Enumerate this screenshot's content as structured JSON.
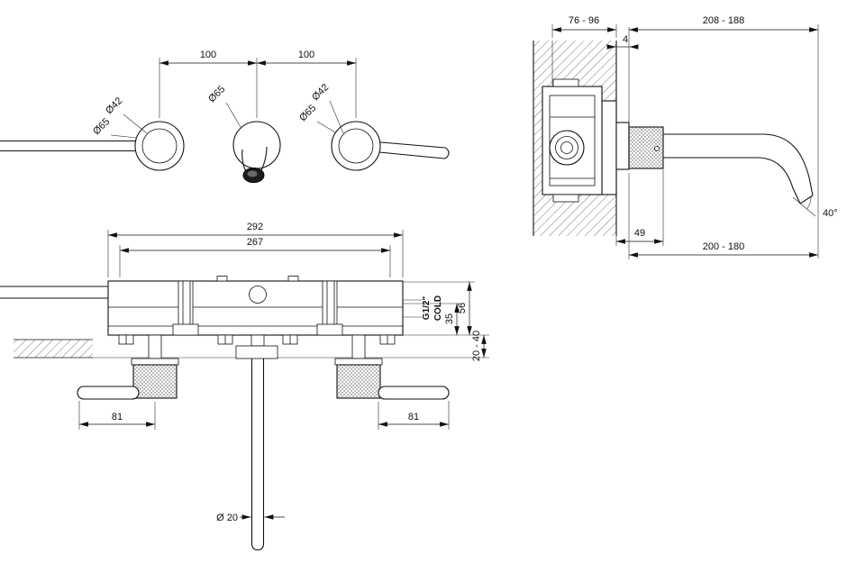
{
  "front_view": {
    "dim_spacing_left": "100",
    "dim_spacing_right": "100",
    "label_left_d42": "Ø42",
    "label_left_d65": "Ø65",
    "label_spout_d65": "Ø65",
    "label_right_d42": "Ø42",
    "label_right_d65": "Ø65"
  },
  "side_view": {
    "dim_wall_depth": "76 - 96",
    "dim_plate_offset": "4",
    "dim_reach_upper": "208 - 188",
    "dim_trim_depth": "49",
    "dim_reach_lower": "200 - 180",
    "dim_spout_angle": "40°"
  },
  "plan_view": {
    "dim_overall_width": "292",
    "dim_fixing_centers": "267",
    "label_thread": "G1/2\"",
    "label_cold": "COLD",
    "dim_body_35": "35",
    "dim_body_56": "56",
    "dim_adjust": "20 - 40",
    "dim_lever_left": "81",
    "dim_lever_right": "81",
    "dim_spout_dia": "Ø 20"
  }
}
